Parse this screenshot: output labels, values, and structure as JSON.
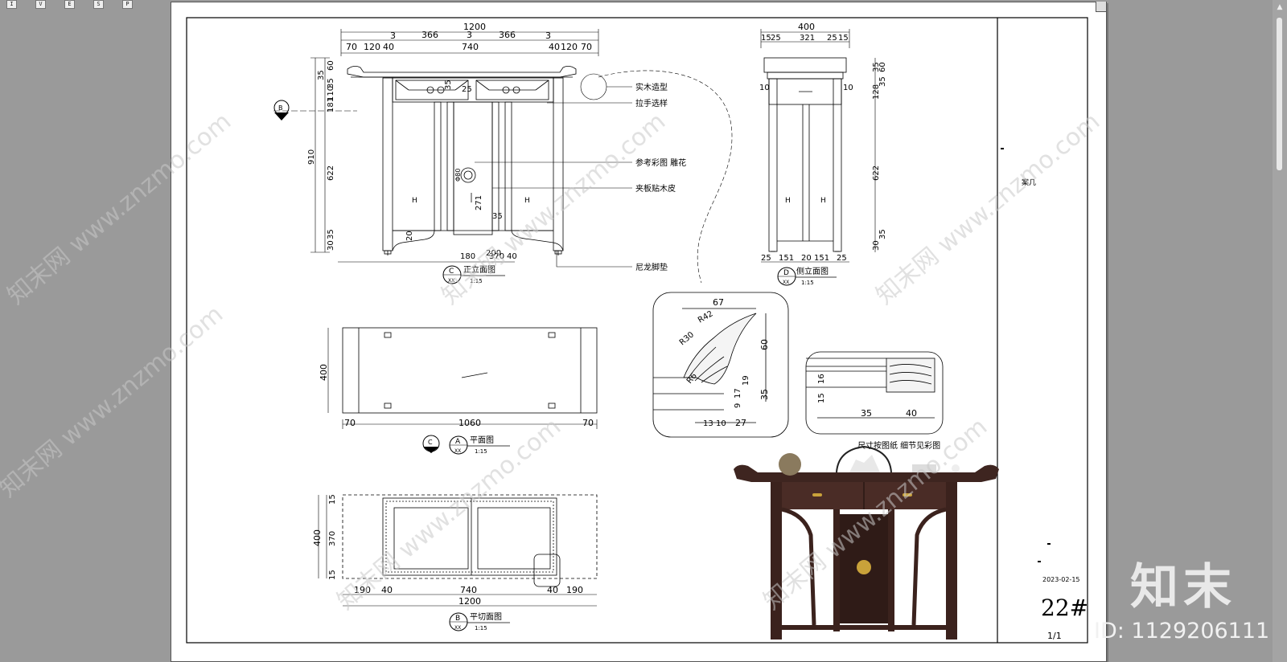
{
  "toolbar": {
    "buttons": [
      "I",
      "V",
      "E",
      "S",
      "P"
    ]
  },
  "drawing": {
    "front_elevation": {
      "title": "正立面图",
      "scale": "1:15",
      "tag_letter": "C",
      "tag_sub": "XX",
      "dims_top": [
        "1200",
        "70",
        "120",
        "40",
        "3",
        "366",
        "3",
        "740",
        "366",
        "3",
        "40",
        "120",
        "70"
      ],
      "dims_left": [
        "35",
        "60",
        "35",
        "110",
        "181",
        "910",
        "622",
        "30",
        "35"
      ],
      "dims_inner": [
        "35",
        "25",
        "Φ80",
        "271",
        "35",
        "20",
        "180",
        "370",
        "200",
        "40"
      ]
    },
    "callouts": [
      "实木造型",
      "拉手选样",
      "参考彩图  雕花",
      "夹板贴木皮",
      "尼龙脚垫"
    ],
    "side_elevation": {
      "title": "侧立面图",
      "scale": "1:15",
      "tag_letter": "D",
      "tag_sub": "XX",
      "dims_top": [
        "400",
        "15",
        "25",
        "321",
        "25",
        "15"
      ],
      "dims_bottom": [
        "25",
        "151",
        "20",
        "151",
        "25"
      ],
      "dims_right": [
        "35",
        "60",
        "128",
        "35",
        "622",
        "30",
        "35"
      ],
      "dims_left": [
        "10",
        "10"
      ]
    },
    "plan": {
      "title": "平面图",
      "scale": "1:15",
      "tag_letter": "A",
      "tag_sub": "XX",
      "arrow_letter": "C",
      "dims": [
        "400",
        "70",
        "1060",
        "70"
      ]
    },
    "section": {
      "title": "平切面图",
      "scale": "1:15",
      "tag_letter": "B",
      "tag_sub": "XX",
      "dims": [
        "15",
        "400",
        "370",
        "15",
        "190",
        "40",
        "740",
        "40",
        "190",
        "1200"
      ]
    },
    "detail1": {
      "dims": [
        "67",
        "R42",
        "R30",
        "R6",
        "60",
        "9",
        "17",
        "19",
        "35",
        "13",
        "10",
        "27"
      ]
    },
    "detail2": {
      "dims": [
        "15",
        "16",
        "35",
        "40"
      ]
    },
    "note": "尺寸按图纸   细节见彩图",
    "section_marker": "B"
  },
  "title_block": {
    "name": "案几",
    "date": "2023-02-15",
    "number": "22#",
    "page": "1/1"
  },
  "watermark": {
    "text": "知末网 www.znzmo.com",
    "logo": "知末",
    "id": "ID: 1129206111"
  },
  "colors": {
    "background": "#9a9a9a",
    "paper": "#ffffff",
    "line": "#000000",
    "wood": "#3e2520",
    "brass": "#c9a23a"
  }
}
